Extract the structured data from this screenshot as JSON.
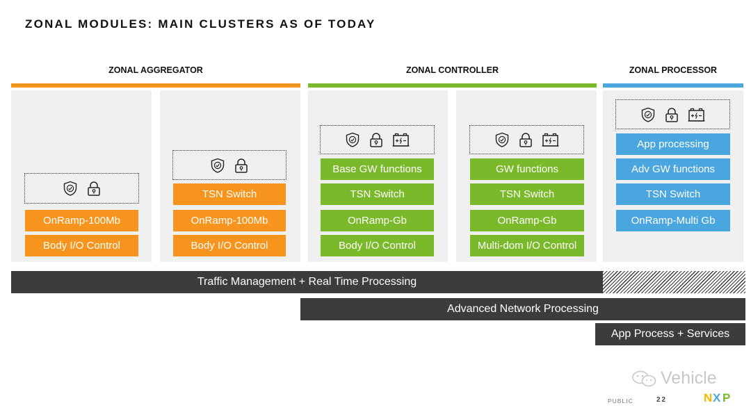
{
  "title": "ZONAL MODULES: MAIN CLUSTERS AS OF TODAY",
  "colors": {
    "orange": "#f7941d",
    "green": "#7ab929",
    "blue": "#4aa6df",
    "dark": "#3c3c3c"
  },
  "sections": {
    "aggregator": {
      "label": "ZONAL AGGREGATOR"
    },
    "controller": {
      "label": "ZONAL CONTROLLER"
    },
    "processor": {
      "label": "ZONAL PROCESSOR"
    }
  },
  "modules": {
    "agg1": {
      "icons": [
        "shield-icon",
        "lock-icon"
      ],
      "blocks": [
        "OnRamp-100Mb",
        "Body I/O Control"
      ]
    },
    "agg2": {
      "icons": [
        "shield-icon",
        "lock-icon"
      ],
      "blocks": [
        "TSN Switch",
        "OnRamp-100Mb",
        "Body I/O Control"
      ]
    },
    "ctl1": {
      "icons": [
        "shield-icon",
        "lock-icon",
        "battery-icon"
      ],
      "blocks": [
        "Base GW functions",
        "TSN Switch",
        "OnRamp-Gb",
        "Body I/O Control"
      ]
    },
    "ctl2": {
      "icons": [
        "shield-icon",
        "lock-icon",
        "battery-icon"
      ],
      "blocks": [
        "GW functions",
        "TSN Switch",
        "OnRamp-Gb",
        "Multi-dom I/O Control"
      ]
    },
    "proc": {
      "icons": [
        "shield-icon",
        "lock-icon",
        "battery-icon"
      ],
      "blocks": [
        "App processing",
        "Adv GW functions",
        "TSN Switch",
        "OnRamp-Multi Gb"
      ]
    }
  },
  "bands": {
    "traffic": "Traffic Management + Real Time Processing",
    "network": "Advanced Network Processing",
    "app": "App Process + Services"
  },
  "footer": {
    "watermark": "Vehicle",
    "classification": "PUBLIC",
    "page": "22",
    "logo": "NXP"
  }
}
